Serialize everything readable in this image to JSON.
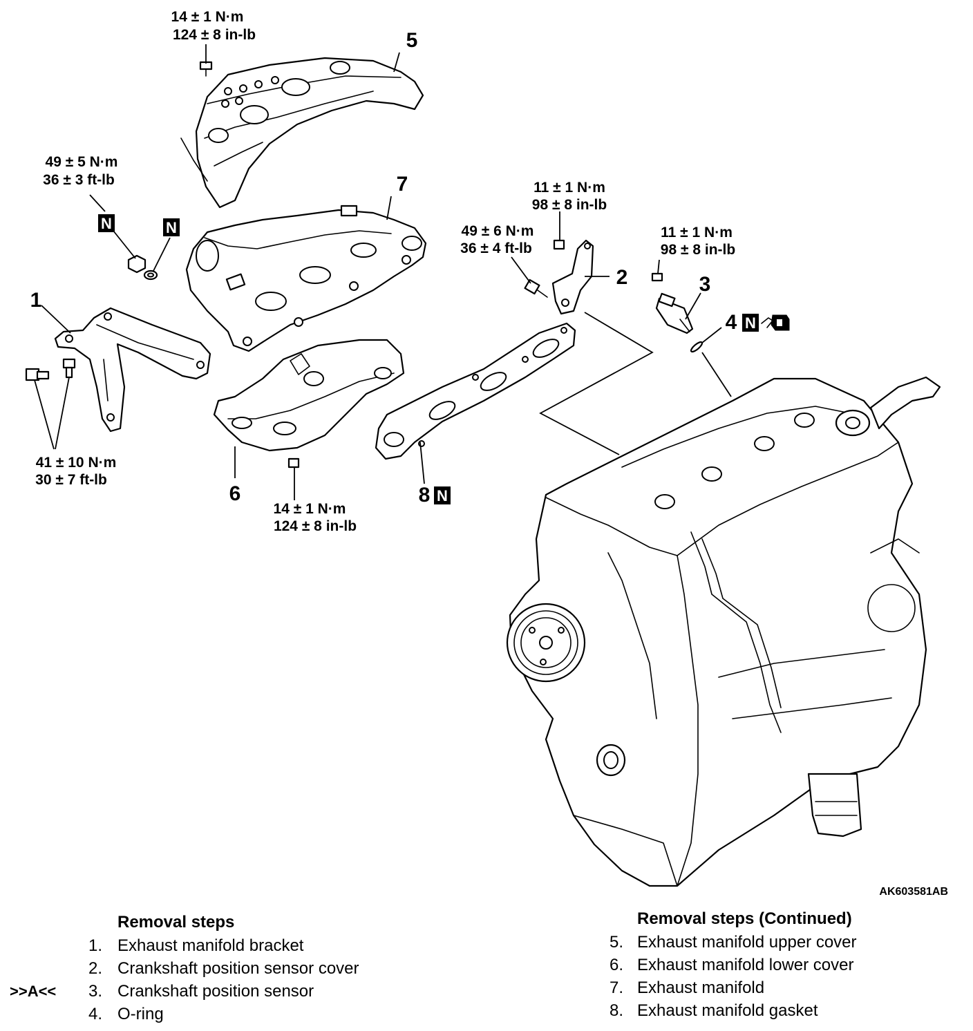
{
  "torque_labels": {
    "upper_cover_bolt": [
      "14 ± 1 N·m",
      "124 ± 8 in-lb"
    ],
    "manifold_nut": [
      "49 ± 5 N·m",
      "36 ± 3 ft-lb"
    ],
    "sensor_cover_bolt": [
      "11 ± 1 N·m",
      "98 ± 8 in-lb"
    ],
    "bracket_bolt_upper": [
      "49 ± 6 N·m",
      "36 ± 4 ft-lb"
    ],
    "sensor_bolt": [
      "11 ± 1 N·m",
      "98 ± 8 in-lb"
    ],
    "bracket_bolts": [
      "41 ± 10 N·m",
      "30 ± 7 ft-lb"
    ],
    "lower_cover_bolt": [
      "14 ± 1 N·m",
      "124 ± 8 in-lb"
    ]
  },
  "callouts": [
    "1",
    "2",
    "3",
    "4",
    "5",
    "6",
    "7",
    "8"
  ],
  "new_part_mark": "N",
  "figure_code": "AK603581AB",
  "removal_steps": {
    "heading": "Removal steps",
    "items": [
      {
        "num": "1.",
        "label": "Exhaust manifold bracket"
      },
      {
        "num": "2.",
        "label": "Crankshaft position sensor cover"
      },
      {
        "num": "3.",
        "label": "Crankshaft position sensor",
        "service_mark": ">>A<<"
      },
      {
        "num": "4.",
        "label": "O-ring"
      }
    ]
  },
  "removal_steps_continued": {
    "heading": "Removal steps (Continued)",
    "items": [
      {
        "num": "5.",
        "label": "Exhaust manifold upper cover"
      },
      {
        "num": "6.",
        "label": "Exhaust manifold lower cover"
      },
      {
        "num": "7.",
        "label": "Exhaust manifold"
      },
      {
        "num": "8.",
        "label": "Exhaust manifold gasket"
      }
    ]
  }
}
